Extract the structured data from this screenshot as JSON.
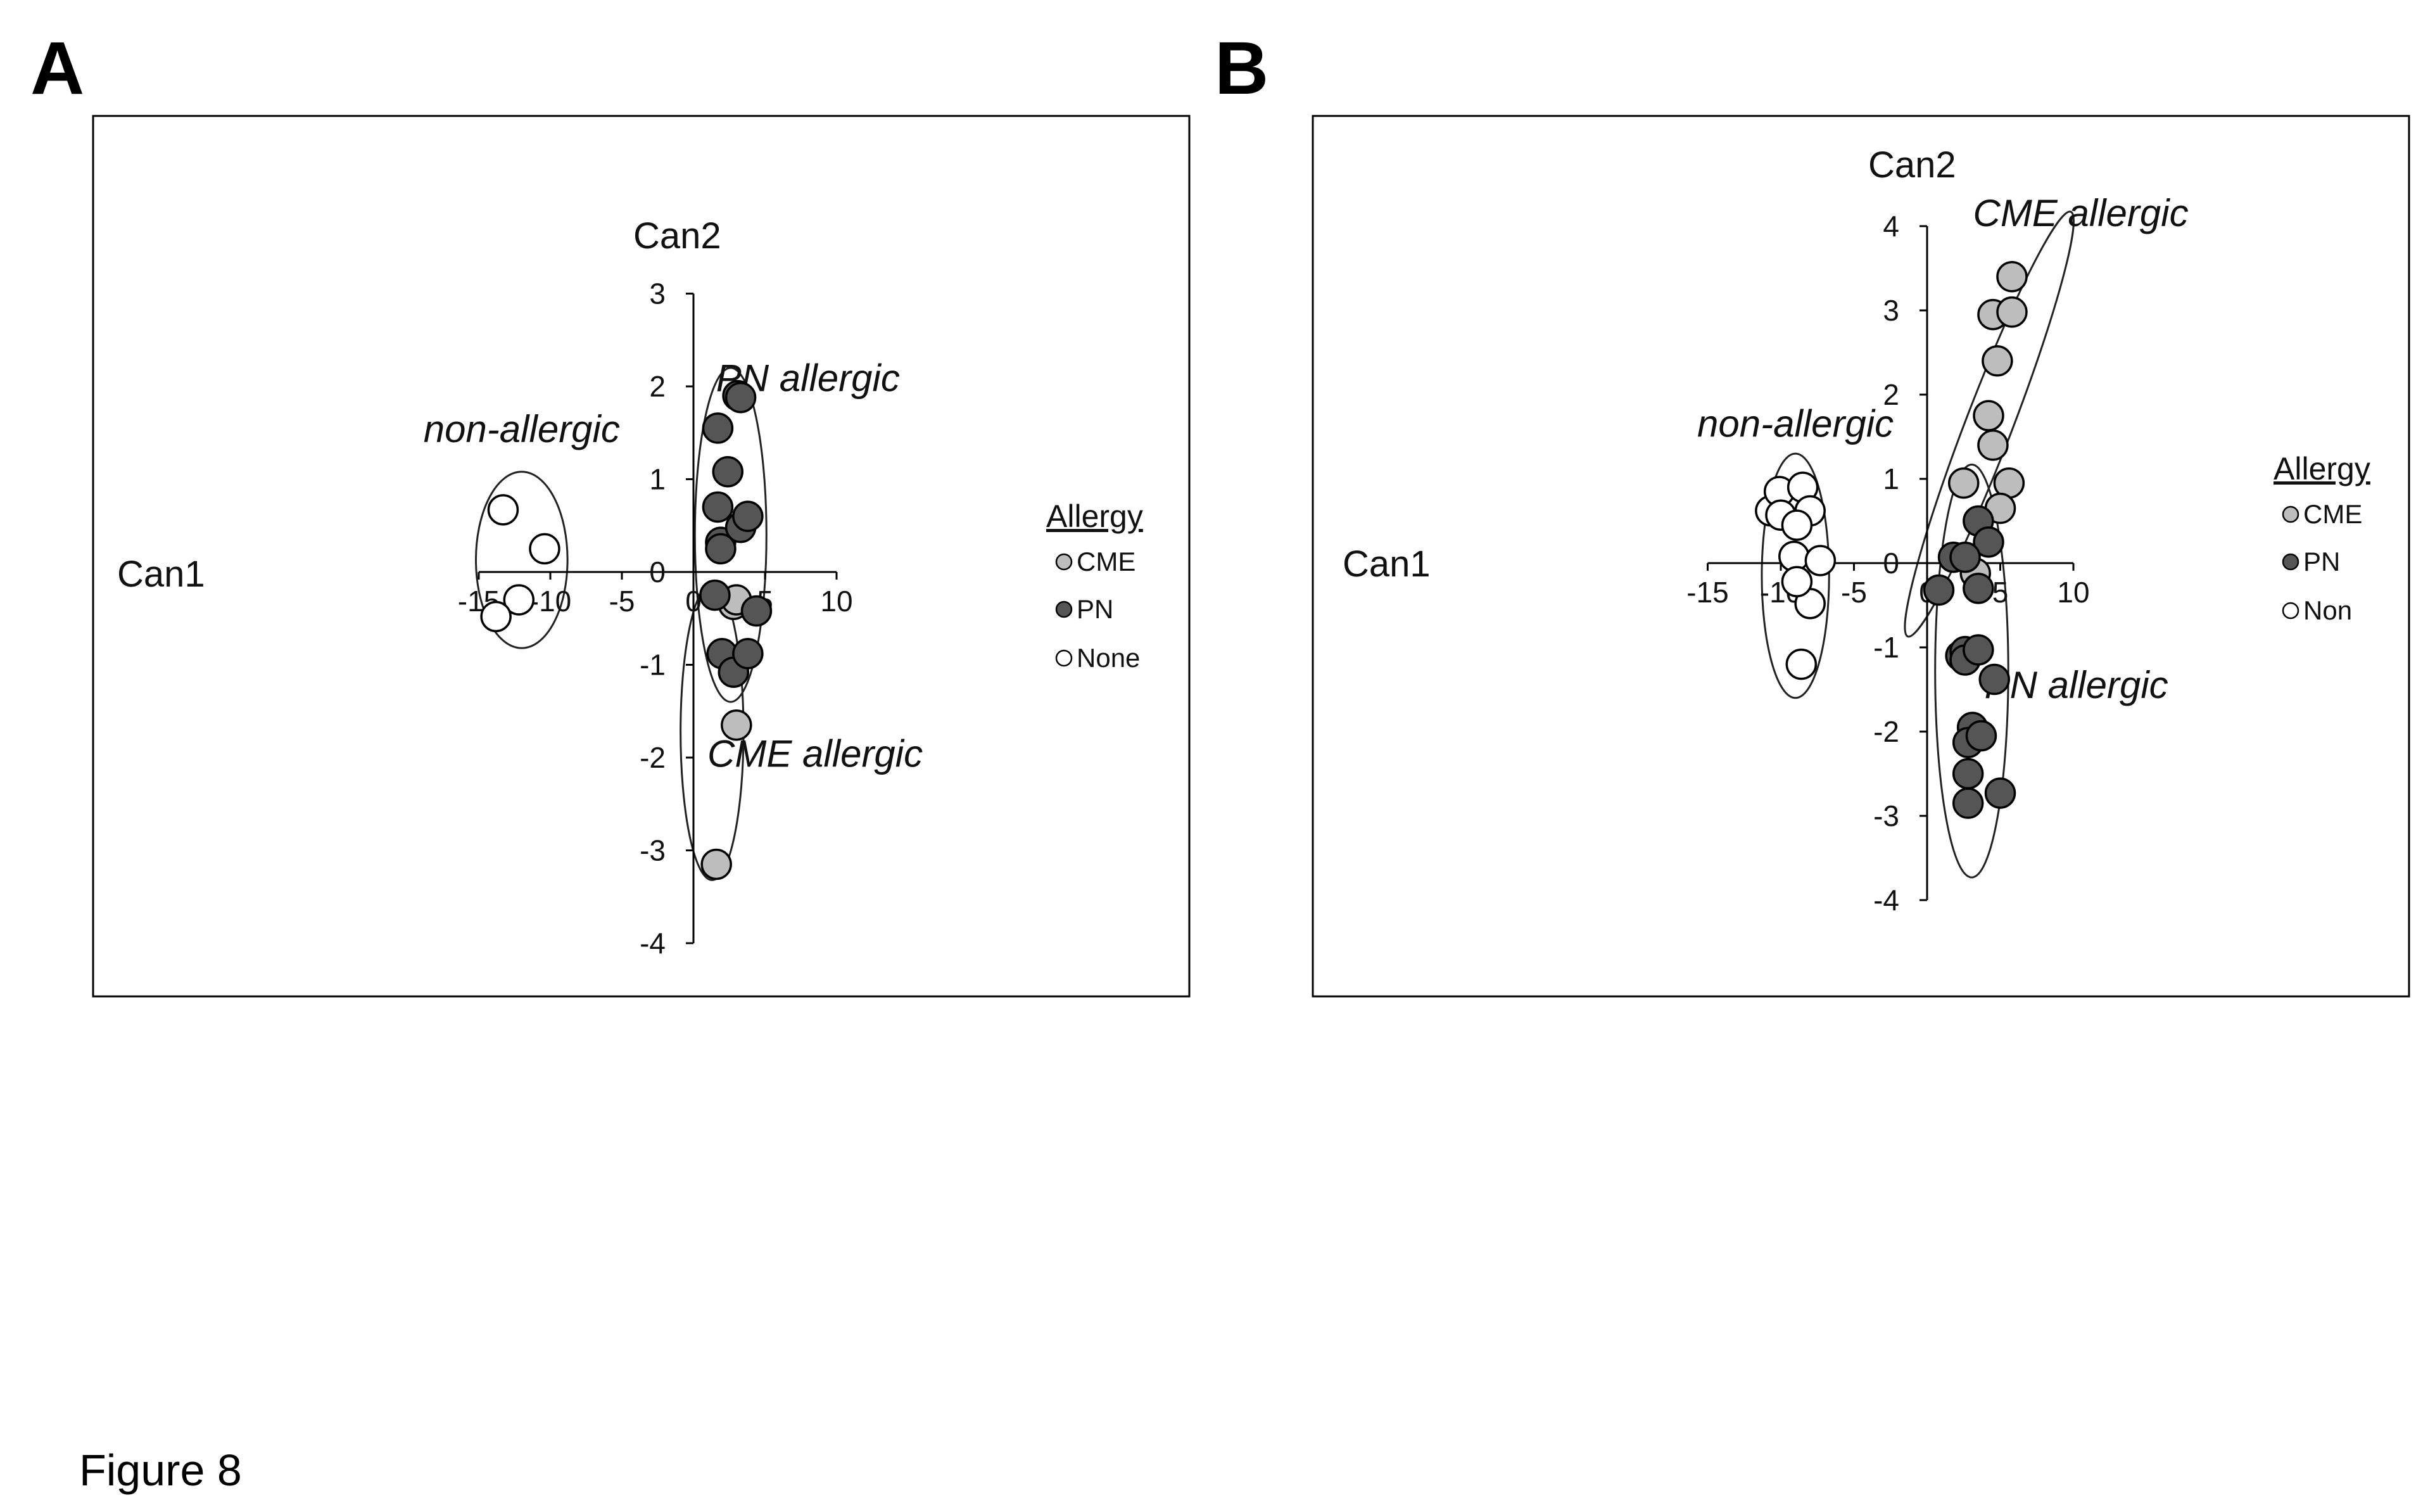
{
  "figure_caption": "Figure 8",
  "colors": {
    "CME": "#bdbdbd",
    "PN": "#555555",
    "None": "#ffffff",
    "stroke": "#000000"
  },
  "chart_data": [
    {
      "panel": "A",
      "type": "scatter",
      "xlabel": "Can1",
      "ylabel": "Can2",
      "xlim": [
        -15,
        10
      ],
      "ylim": [
        -4,
        3
      ],
      "xticks": [
        -15,
        -10,
        -5,
        0,
        5,
        10
      ],
      "yticks": [
        3,
        2,
        1,
        0,
        -1,
        -2,
        -3,
        -4
      ],
      "xtick_labels": [
        "-15",
        "-10",
        "-5",
        "0",
        "5",
        "10"
      ],
      "ytick_labels": [
        "3",
        "2",
        "1",
        "0",
        "-1",
        "-2",
        "-3",
        "-4"
      ],
      "grid": false,
      "legend": {
        "title": "Allergy",
        "position": "right",
        "entries": [
          "CME",
          "PN",
          "None"
        ]
      },
      "series": [
        {
          "name": "CME",
          "points": [
            [
              2.8,
              -0.35
            ],
            [
              3.0,
              -0.3
            ],
            [
              3.0,
              -1.65
            ],
            [
              1.6,
              -3.15
            ]
          ]
        },
        {
          "name": "PN",
          "points": [
            [
              3.1,
              1.9
            ],
            [
              3.3,
              1.88
            ],
            [
              2.4,
              1.08
            ],
            [
              1.7,
              1.55
            ],
            [
              1.7,
              0.7
            ],
            [
              1.9,
              0.32
            ],
            [
              1.9,
              0.25
            ],
            [
              3.3,
              0.48
            ],
            [
              3.8,
              0.6
            ],
            [
              4.4,
              -0.42
            ],
            [
              1.5,
              -0.25
            ],
            [
              2.0,
              -0.88
            ],
            [
              2.8,
              -1.08
            ],
            [
              3.8,
              -0.88
            ]
          ]
        },
        {
          "name": "None",
          "points": [
            [
              -13.3,
              0.67
            ],
            [
              -10.4,
              0.25
            ],
            [
              -12.2,
              -0.3
            ],
            [
              -13.8,
              -0.48
            ]
          ]
        }
      ],
      "annotations": [
        {
          "text": "non-allergic",
          "x": -12,
          "y": 1.4
        },
        {
          "text": "PN allergic",
          "x": 8.0,
          "y": 1.95
        },
        {
          "text": "CME allergic",
          "x": 8.5,
          "y": -2.1
        }
      ],
      "clusters": [
        {
          "cx": -12,
          "cy": 0.13,
          "rx": 3.2,
          "ry": 0.95,
          "angle": 0
        },
        {
          "cx": 2.6,
          "cy": 0.4,
          "rx": 2.5,
          "ry": 1.8,
          "angle": 0
        },
        {
          "cx": 1.3,
          "cy": -1.72,
          "rx": 2.2,
          "ry": 1.6,
          "angle": 0
        }
      ]
    },
    {
      "panel": "B",
      "type": "scatter",
      "xlabel": "Can1",
      "ylabel": "Can2",
      "xlim": [
        -15,
        10
      ],
      "ylim": [
        -4,
        4
      ],
      "xticks": [
        -15,
        -10,
        -5,
        0,
        5,
        10
      ],
      "yticks": [
        4,
        3,
        2,
        1,
        0,
        -1,
        -2,
        -3,
        -4
      ],
      "xtick_labels": [
        "-15",
        "-10",
        "-5",
        "0",
        "5",
        "10"
      ],
      "ytick_labels": [
        "4",
        "3",
        "2",
        "1",
        "0",
        "-1",
        "-2",
        "-3",
        "-4"
      ],
      "grid": false,
      "legend": {
        "title": "Allergy",
        "position": "right",
        "entries": [
          "CME",
          "PN",
          "Non"
        ]
      },
      "series": [
        {
          "name": "CME",
          "points": [
            [
              5.8,
              3.4
            ],
            [
              4.5,
              2.95
            ],
            [
              5.8,
              2.98
            ],
            [
              4.8,
              2.4
            ],
            [
              4.2,
              1.75
            ],
            [
              4.5,
              1.4
            ],
            [
              2.5,
              0.95
            ],
            [
              5.6,
              0.95
            ],
            [
              5.0,
              0.65
            ],
            [
              3.3,
              -0.12
            ]
          ]
        },
        {
          "name": "PN",
          "points": [
            [
              3.5,
              0.5
            ],
            [
              4.2,
              0.25
            ],
            [
              1.8,
              0.07
            ],
            [
              2.6,
              0.07
            ],
            [
              3.5,
              -0.3
            ],
            [
              0.8,
              -0.32
            ],
            [
              2.3,
              -1.1
            ],
            [
              2.6,
              -1.05
            ],
            [
              2.6,
              -1.15
            ],
            [
              3.5,
              -1.03
            ],
            [
              4.6,
              -1.38
            ],
            [
              3.1,
              -1.95
            ],
            [
              2.8,
              -2.13
            ],
            [
              3.7,
              -2.05
            ],
            [
              2.8,
              -2.5
            ],
            [
              2.8,
              -2.85
            ],
            [
              5.0,
              -2.73
            ]
          ]
        },
        {
          "name": "Non",
          "points": [
            [
              -10.7,
              0.62
            ],
            [
              -10.1,
              0.85
            ],
            [
              -8.5,
              0.9
            ],
            [
              -10.0,
              0.57
            ],
            [
              -8.0,
              0.62
            ],
            [
              -8.9,
              0.45
            ],
            [
              -9.1,
              0.08
            ],
            [
              -7.3,
              0.03
            ],
            [
              -8.0,
              -0.48
            ],
            [
              -8.9,
              -0.22
            ],
            [
              -8.6,
              -1.2
            ]
          ]
        }
      ],
      "annotations": [
        {
          "text": "non-allergic",
          "x": -9,
          "y": 1.5
        },
        {
          "text": "CME allergic",
          "x": 10.5,
          "y": 4.0
        },
        {
          "text": "PN allergic",
          "x": 10.2,
          "y": -1.6
        }
      ],
      "clusters": [
        {
          "cx": -9.0,
          "cy": -0.15,
          "rx": 2.3,
          "ry": 1.45,
          "angle": 0
        },
        {
          "cx": 4.25,
          "cy": 1.65,
          "rx": 1.6,
          "ry": 2.7,
          "angle": 21
        },
        {
          "cx": 3.05,
          "cy": -1.28,
          "rx": 2.5,
          "ry": 2.45,
          "angle": 0
        }
      ]
    }
  ]
}
